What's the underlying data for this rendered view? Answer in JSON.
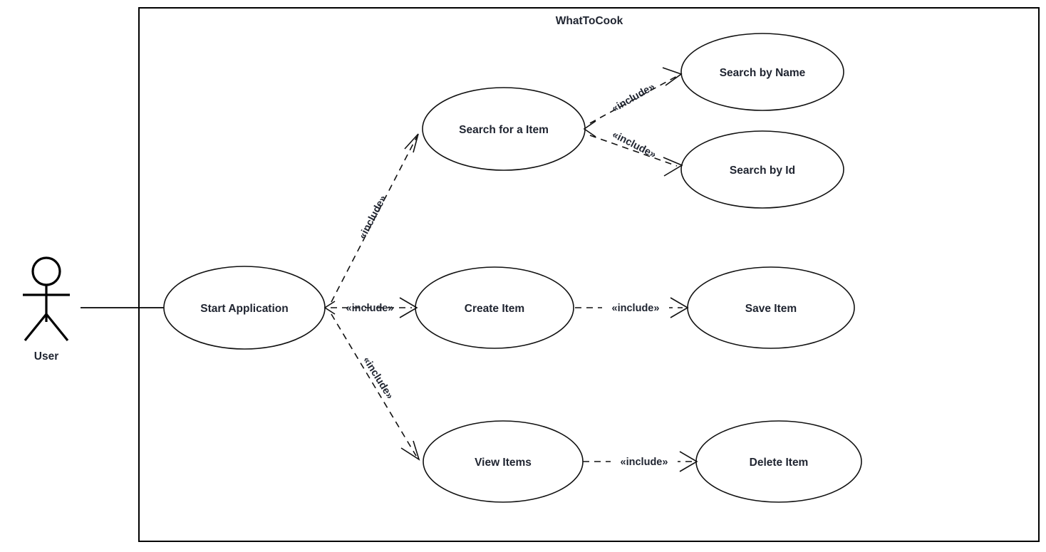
{
  "diagram": {
    "type": "uml-use-case-diagram",
    "system_boundary_title": "WhatToCook",
    "actor": {
      "name": "User",
      "icon": "stick-figure-actor-icon"
    },
    "use_cases": [
      {
        "id": "start_application",
        "label": "Start Application"
      },
      {
        "id": "search_for_item",
        "label": "Search for a Item"
      },
      {
        "id": "search_by_name",
        "label": "Search by Name"
      },
      {
        "id": "search_by_id",
        "label": "Search by Id"
      },
      {
        "id": "create_item",
        "label": "Create Item"
      },
      {
        "id": "save_item",
        "label": "Save Item"
      },
      {
        "id": "view_items",
        "label": "View Items"
      },
      {
        "id": "delete_item",
        "label": "Delete Item"
      }
    ],
    "associations": [
      {
        "from": "User",
        "to": "Start Application",
        "style": "solid"
      }
    ],
    "include_relations": [
      {
        "from": "Start Application",
        "to": "Search for a Item",
        "label": "«include»"
      },
      {
        "from": "Start Application",
        "to": "Create Item",
        "label": "«include»"
      },
      {
        "from": "Start Application",
        "to": "View Items",
        "label": "«include»"
      },
      {
        "from": "Search for a Item",
        "to": "Search by Name",
        "label": "«include»"
      },
      {
        "from": "Search for a Item",
        "to": "Search by Id",
        "label": "«include»"
      },
      {
        "from": "Create Item",
        "to": "Save Item",
        "label": "«include»"
      },
      {
        "from": "View Items",
        "to": "Delete Item",
        "label": "«include»"
      }
    ],
    "include_stereotype": "«include»",
    "colors": {
      "background": "#ffffff",
      "stroke": "#111111",
      "boundary_stroke": "#000000",
      "text": "#1f2430"
    }
  }
}
